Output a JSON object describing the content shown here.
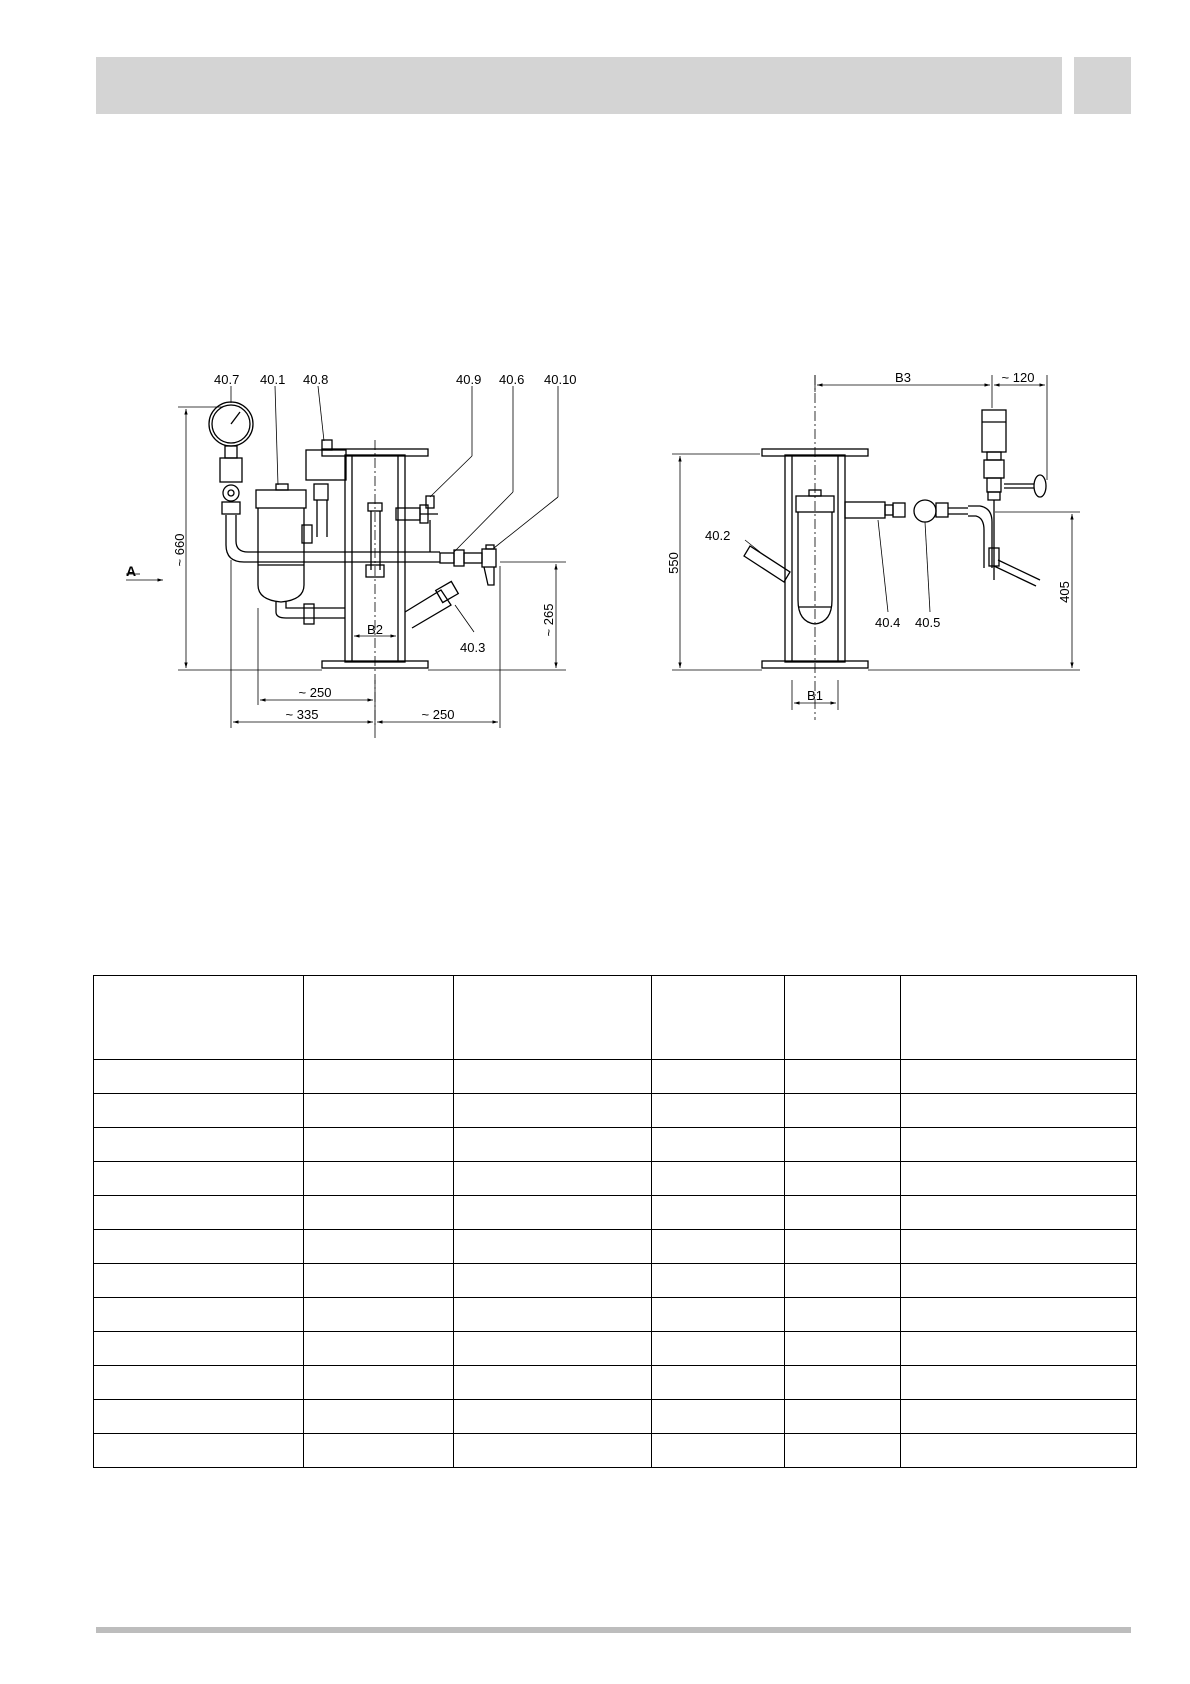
{
  "drawing": {
    "labels": {
      "l40_7": "40.7",
      "l40_1": "40.1",
      "l40_8": "40.8",
      "l40_9": "40.9",
      "l40_6": "40.6",
      "l40_10": "40.10",
      "l40_3": "40.3",
      "l40_2": "40.2",
      "l40_4": "40.4",
      "l40_5": "40.5",
      "view_a": "A"
    },
    "dimensions": {
      "d660": "~ 660",
      "d265": "~ 265",
      "d250a": "~ 250",
      "d335": "~ 335",
      "d250b": "~ 250",
      "b2": "B2",
      "d550": "550",
      "d405": "405",
      "b1": "B1",
      "b3": "B3",
      "d120": "~ 120"
    }
  },
  "table": {
    "columns": 6,
    "body_rows": 12
  }
}
